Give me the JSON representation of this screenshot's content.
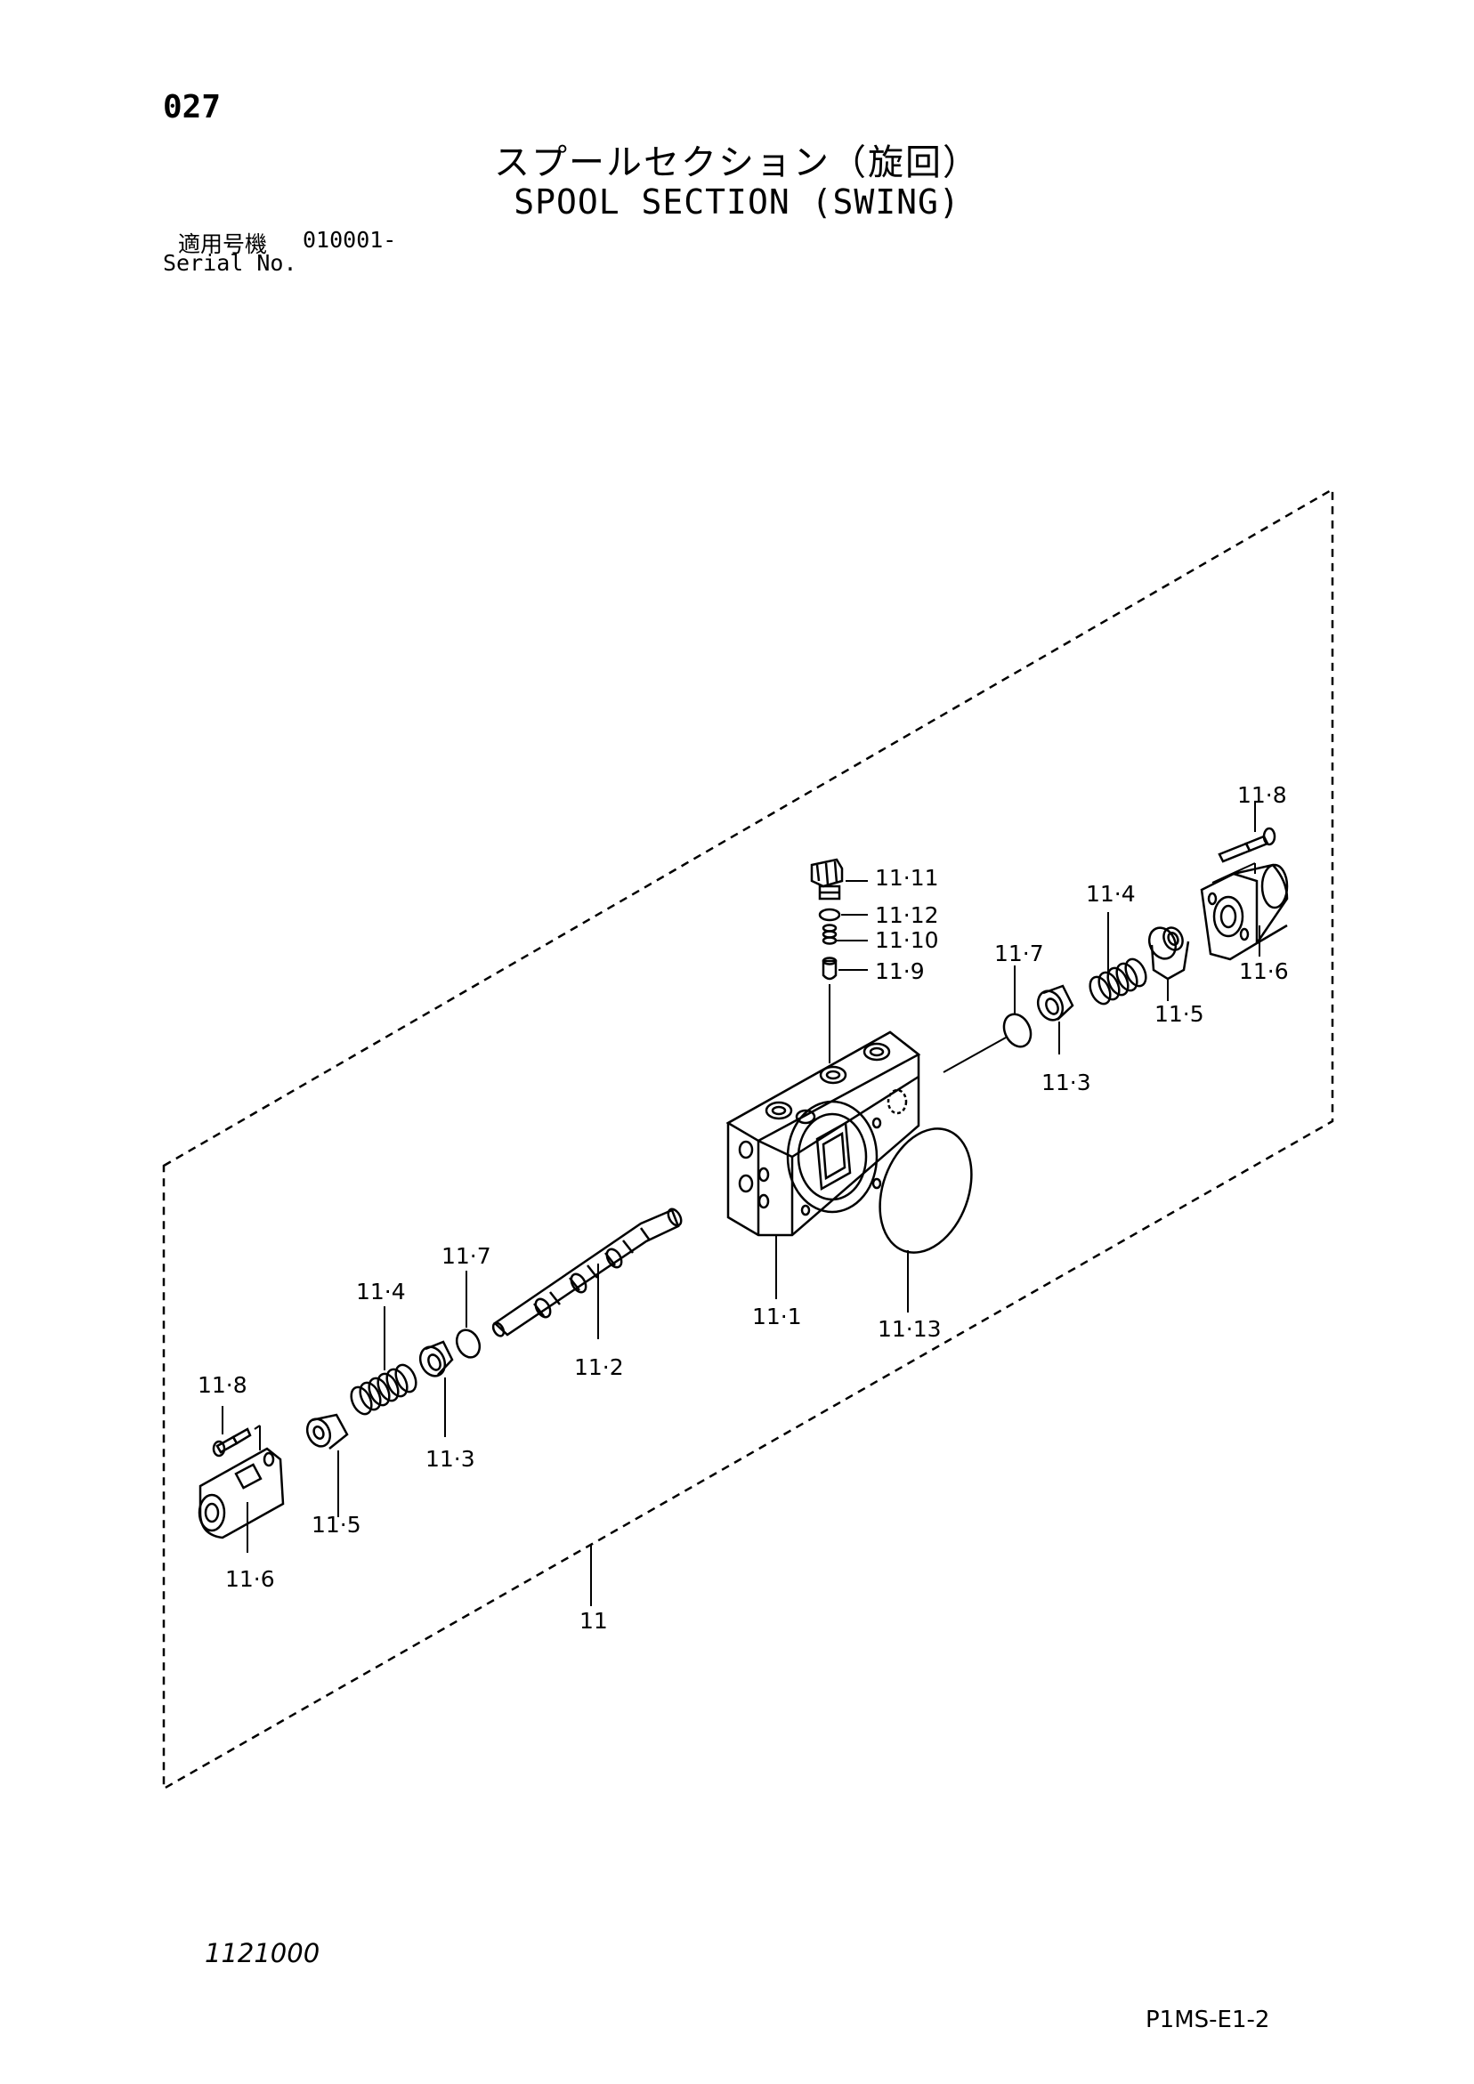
{
  "header": {
    "page_number": "027",
    "title_jp": "スプールセクション（旋回）",
    "title_en": "SPOOL SECTION (SWING)",
    "serial_label_jp": "適用号機",
    "serial_value": "010001-",
    "serial_label_en": "Serial No."
  },
  "callouts": {
    "c11_8_r": "11·8",
    "c11_11": "11·11",
    "c11_12": "11·12",
    "c11_10": "11·10",
    "c11_9": "11·9",
    "c11_4_r": "11·4",
    "c11_7_r": "11·7",
    "c11_6_r": "11·6",
    "c11_5_r": "11·5",
    "c11_3_r": "11·3",
    "c11_7_l": "11·7",
    "c11_4_l": "11·4",
    "c11_1": "11·1",
    "c11_13": "11·13",
    "c11_2": "11·2",
    "c11_8_l": "11·8",
    "c11_3_l": "11·3",
    "c11_5_l": "11·5",
    "c11_6_l": "11·6",
    "c11": "11"
  },
  "footer": {
    "drawing_number": "1121000",
    "sheet_code": "P1MS-E1-2"
  }
}
